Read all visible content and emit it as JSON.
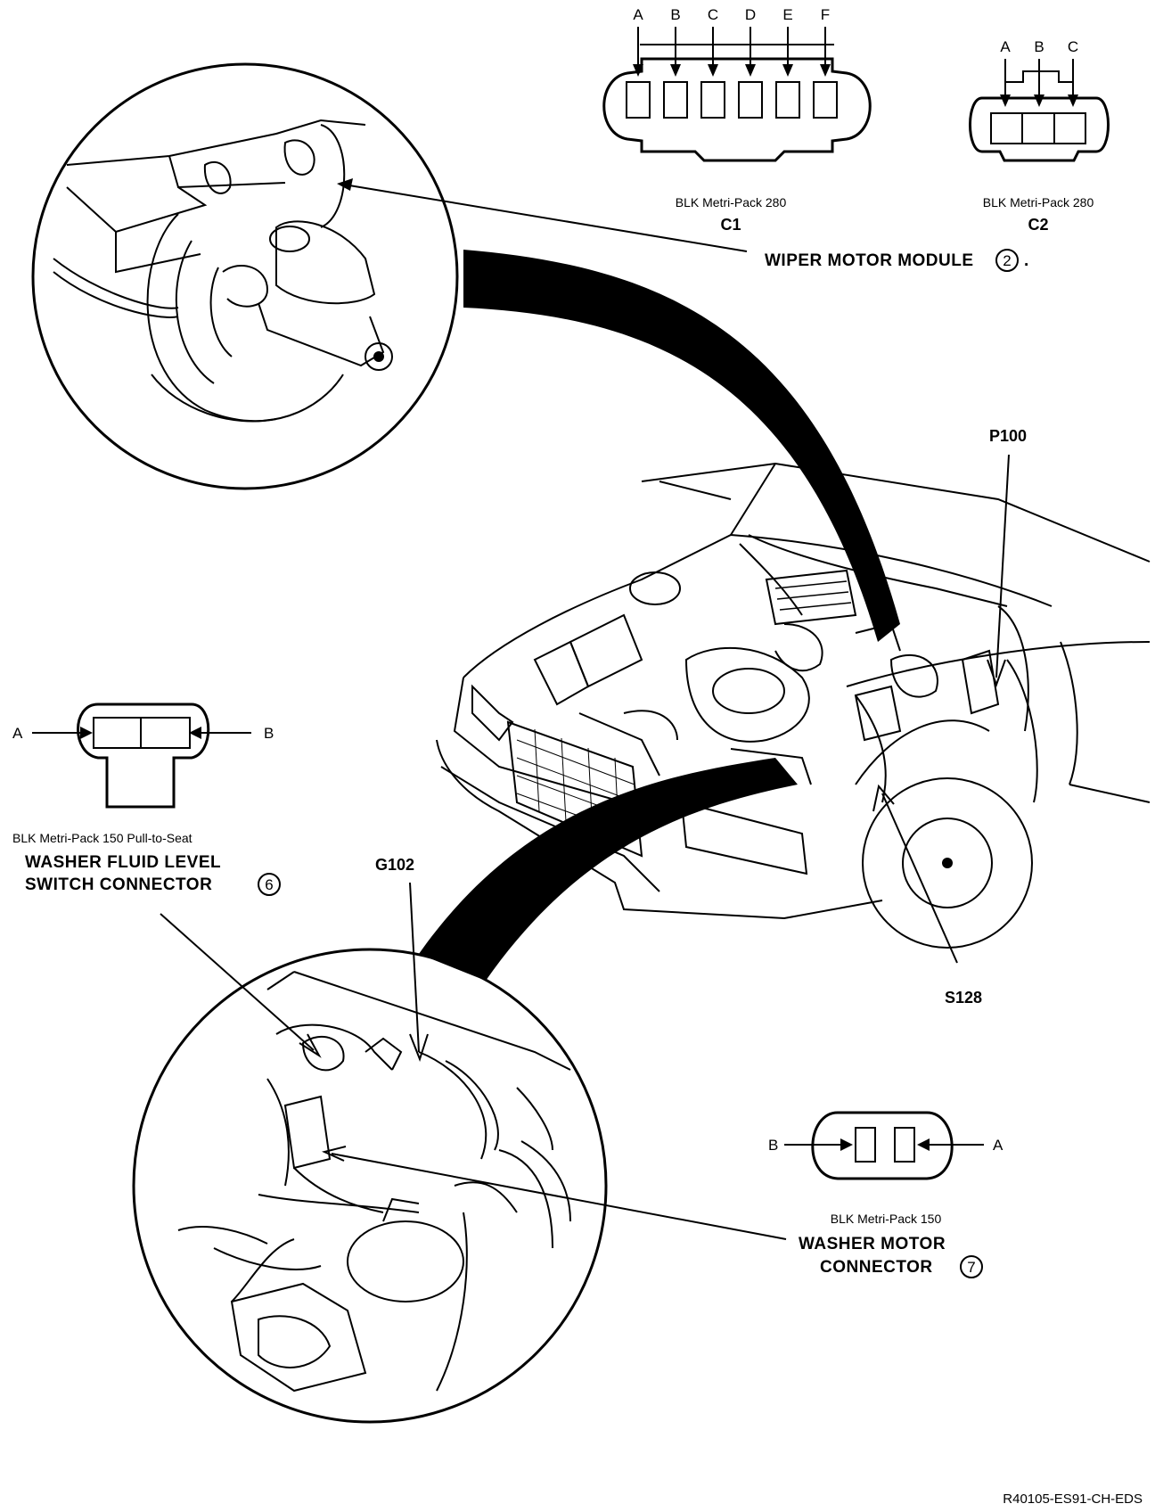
{
  "connectors": {
    "c1": {
      "pins": [
        "A",
        "B",
        "C",
        "D",
        "E",
        "F"
      ],
      "caption": "BLK Metri-Pack 280",
      "id": "C1"
    },
    "c2": {
      "pins": [
        "A",
        "B",
        "C"
      ],
      "caption": "BLK Metri-Pack 280",
      "id": "C2"
    },
    "washer_level": {
      "pin_left": "A",
      "pin_right": "B",
      "caption": "BLK Metri-Pack 150 Pull-to-Seat"
    },
    "washer_motor": {
      "pin_left": "B",
      "pin_right": "A",
      "caption": "BLK Metri-Pack 150"
    }
  },
  "labels": {
    "wiper_module": "WIPER MOTOR MODULE",
    "wiper_module_num": "2",
    "wiper_module_suffix": ".",
    "p100": "P100",
    "s128": "S128",
    "g102": "G102",
    "washer_level_line1": "WASHER FLUID LEVEL",
    "washer_level_line2": "SWITCH CONNECTOR",
    "washer_level_num": "6",
    "washer_motor_line1": "WASHER MOTOR",
    "washer_motor_line2": "CONNECTOR",
    "washer_motor_num": "7"
  },
  "figure_code": "R40105-ES91-CH-EDS"
}
